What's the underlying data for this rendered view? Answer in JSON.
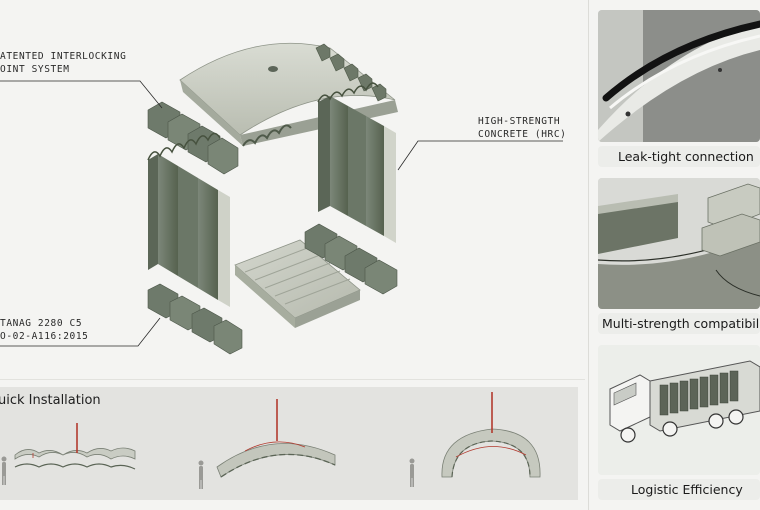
{
  "callouts": {
    "joint": [
      "ATENTED INTERLOCKING",
      "OINT SYSTEM"
    ],
    "concrete": [
      "HIGH-STRENGTH",
      "CONCRETE (HRC)"
    ],
    "standard": [
      "TANAG 2280 C5",
      "O-02-A116:2015"
    ]
  },
  "install": {
    "title": "uick Installation"
  },
  "features": [
    {
      "label": "Leak-tight connection"
    },
    {
      "label": "Multi-strength compatibili"
    },
    {
      "label": "Logistic Efficiency"
    }
  ],
  "colors": {
    "background": "#f4f4f2",
    "concrete_face": "#cdd0c7",
    "concrete_dark": "#5f6a5c",
    "panel_grey": "#e3e3e0",
    "crane_red": "#b23a2e"
  }
}
